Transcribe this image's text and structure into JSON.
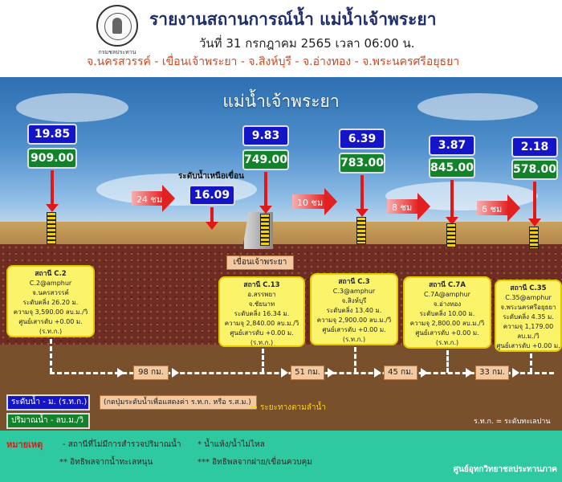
{
  "header": {
    "logo_caption": "กรมชลประทาน",
    "title": "รายงานสถานการณ์น้ำ แม่น้ำเจ้าพระยา",
    "datetime": "วันที่ 31 กรกฎาคม 2565 เวลา 06:00 น.",
    "provinces": "จ.นครสวรรค์ - เขื่อนเจ้าพระยา - จ.สิงห์บุรี - จ.อ่างทอง - จ.พระนครศรีอยุธยา"
  },
  "scene": {
    "title": "แม่น้ำเจ้าพระยา",
    "upstream_label": "ระดับน้ำเหนือเขื่อน",
    "upstream_level": "16.09",
    "dam_label": "เขื่อนเจ้าพระยา"
  },
  "readings": [
    {
      "level": "19.85",
      "flow": "909.00"
    },
    {
      "level": "9.83",
      "flow": "749.00"
    },
    {
      "level": "6.39",
      "flow": "783.00"
    },
    {
      "level": "3.87",
      "flow": "845.00"
    },
    {
      "level": "2.18",
      "flow": "578.00"
    }
  ],
  "travel_times": [
    "24 ชม",
    "10 ชม",
    "8 ชม",
    "6 ชม"
  ],
  "stations": [
    {
      "name": "สถานี C.2",
      "code": "C.2@amphur",
      "district": "",
      "province": "จ.นครสวรรค์",
      "bank": "ระดับตลิ่ง 26.20 ม.",
      "capacity": "ความจุ 3,590.00 ลบ.ม./วิ",
      "datum": "ศูนย์เสารดับ +0.00 ม.(ร.ท.ก.)"
    },
    {
      "name": "สถานี C.13",
      "code": "",
      "district": "อ.สรรพยา",
      "province": "จ.ชัยนาท",
      "bank": "ระดับตลิ่ง 16.34 ม.",
      "capacity": "ความจุ 2,840.00 ลบ.ม./วิ",
      "datum": "ศูนย์เสารดับ +0.00 ม.(ร.ท.ก.)"
    },
    {
      "name": "สถานี C.3",
      "code": "C.3@amphur",
      "district": "",
      "province": "จ.สิงห์บุรี",
      "bank": "ระดับตลิ่ง 13.40 ม.",
      "capacity": "ความจุ 2,900.00 ลบ.ม./วิ",
      "datum": "ศูนย์เสารดับ +0.00 ม.(ร.ท.ก.)"
    },
    {
      "name": "สถานี C.7A",
      "code": "C.7A@amphur",
      "district": "",
      "province": "จ.อ่างทอง",
      "bank": "ระดับตลิ่ง 10.00 ม.",
      "capacity": "ความจุ 2,800.00 ลบ.ม./วิ",
      "datum": "ศูนย์เสารดับ +0.00 ม.(ร.ท.ก.)"
    },
    {
      "name": "สถานี C.35",
      "code": "C.35@amphur",
      "district": "",
      "province": "จ.พระนครศรีอยุธยา",
      "bank": "ระดับตลิ่ง 4.35 ม.",
      "capacity": "ความจุ 1,179.00 ลบ.ม./วิ",
      "datum": "ศูนย์เสารดับ +0.00 ม.(ร.ท.ก.)"
    }
  ],
  "distances": [
    "98 กม.",
    "51 กม.",
    "45 กม.",
    "33 กม."
  ],
  "legend": {
    "level": "ระดับน้ำ - ม. (ร.ท.ก.)",
    "flow": "ปริมาณน้ำ - ลบ.ม./วิ",
    "note": "(กดปุ่มระดับน้ำเพื่อแสดงค่า ร.ท.ก. หรือ ร.ส.ม.)",
    "distance": "ระยะทางตามลำน้ำ",
    "datum_note": "ร.ท.ก. = ระดับทะเลปาน"
  },
  "footer": {
    "remarks_title": "หมายเหตุ",
    "note1": "-  สถานีที่ไม่มีการสำรวจปริมาณน้ำ",
    "note2": "*  น้ำแห้ง/น้ำไม่ไหล",
    "note3": "**  อิทธิพลจากน้ำทะเลหนุน",
    "note4": "***  อิทธิพลจากฝาย/เขื่อนควบคุม",
    "credit": "ศูนย์อุทกวิทยาชลประทานภาค"
  },
  "colors": {
    "level_box": "#1515c8",
    "flow_box": "#12832a",
    "arrow": "#e21818",
    "station_box": "#fbf36a",
    "footer": "#2ec9a0"
  }
}
